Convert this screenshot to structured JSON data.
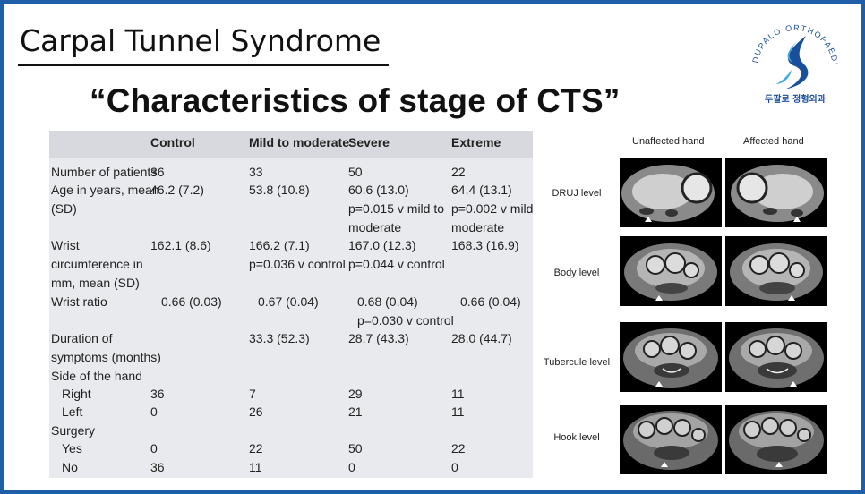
{
  "slide": {
    "title": "Carpal Tunnel Syndrome",
    "subtitle": "“Characteristics of stage of CTS”"
  },
  "logo": {
    "text_en": "DUPALO ORTHOPAEDICS",
    "text_kr": "두팔로 정형외과",
    "colors": {
      "blue": "#1a4f9c",
      "light_blue": "#3fa9e0"
    }
  },
  "table": {
    "headers": [
      "",
      "Control",
      "Mild to moderate",
      "Severe",
      "Extreme"
    ],
    "rows": [
      {
        "label": [
          "Number of patients"
        ],
        "cells": [
          [
            "36"
          ],
          [
            "33"
          ],
          [
            "50"
          ],
          [
            "22"
          ]
        ]
      },
      {
        "label": [
          "Age in years, mean",
          "(SD)"
        ],
        "cells": [
          [
            "46.2 (7.2)"
          ],
          [
            "53.8 (10.8)"
          ],
          [
            "60.6 (13.0)",
            "p=0.015 v mild to",
            "moderate"
          ],
          [
            "64.4 (13.1)",
            "p=0.002 v mild to",
            "moderate"
          ]
        ]
      },
      {
        "label": [
          "Wrist",
          "circumference in",
          "mm, mean (SD)"
        ],
        "cells": [
          [
            "162.1 (8.6)"
          ],
          [
            "166.2 (7.1)",
            "p=0.036 v control"
          ],
          [
            "167.0 (12.3)",
            "p=0.044 v control"
          ],
          [
            "168.3 (16.9)"
          ]
        ]
      },
      {
        "label": [
          "Wrist ratio"
        ],
        "cells": [
          [
            "0.66 (0.03)"
          ],
          [
            "0.67 (0.04)"
          ],
          [
            "0.68 (0.04)",
            "p=0.030 v control"
          ],
          [
            "0.66 (0.04)"
          ]
        ]
      },
      {
        "label": [
          "Duration of",
          "symptoms (months)"
        ],
        "cells": [
          [
            ""
          ],
          [
            "33.3 (52.3)"
          ],
          [
            "28.7 (43.3)"
          ],
          [
            "28.0 (44.7)"
          ]
        ]
      },
      {
        "label": [
          "Side of the hand"
        ],
        "cells": [
          [
            ""
          ],
          [
            ""
          ],
          [
            ""
          ],
          [
            ""
          ]
        ]
      },
      {
        "label": [
          "Right"
        ],
        "cells": [
          [
            "36"
          ],
          [
            "7"
          ],
          [
            "29"
          ],
          [
            "11"
          ]
        ]
      },
      {
        "label": [
          "Left"
        ],
        "cells": [
          [
            "0"
          ],
          [
            "26"
          ],
          [
            "21"
          ],
          [
            "11"
          ]
        ]
      },
      {
        "label": [
          "Surgery"
        ],
        "cells": [
          [
            ""
          ],
          [
            ""
          ],
          [
            ""
          ],
          [
            ""
          ]
        ]
      },
      {
        "label": [
          "Yes"
        ],
        "cells": [
          [
            "0"
          ],
          [
            "22"
          ],
          [
            "50"
          ],
          [
            "22"
          ]
        ]
      },
      {
        "label": [
          "No"
        ],
        "cells": [
          [
            "36"
          ],
          [
            "11"
          ],
          [
            "0"
          ],
          [
            "0"
          ]
        ]
      }
    ]
  },
  "mri": {
    "columns": [
      "Unaffected hand",
      "Affected hand"
    ],
    "levels": [
      "DRUJ level",
      "Body level",
      "Tubercule level",
      "Hook level"
    ]
  }
}
